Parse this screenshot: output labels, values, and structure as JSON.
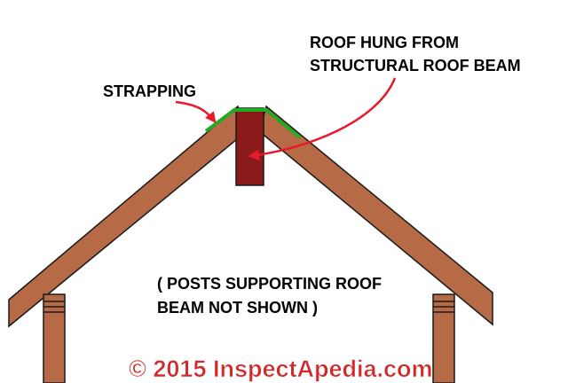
{
  "labels": {
    "strapping": "STRAPPING",
    "roof_hung_line1": "ROOF HUNG FROM",
    "roof_hung_line2": "STRUCTURAL ROOF BEAM",
    "note_line1": "( POSTS SUPPORTING ROOF",
    "note_line2": "BEAM NOT SHOWN )",
    "copyright": "© 2015 InspectApedia.com"
  },
  "colors": {
    "rafter_fill": "#b66a45",
    "outline": "#1a1a1a",
    "beam": "#8b1a1a",
    "strapping": "#22aa22",
    "arrow": "#e8192c",
    "copyright": "#d02a2a"
  }
}
